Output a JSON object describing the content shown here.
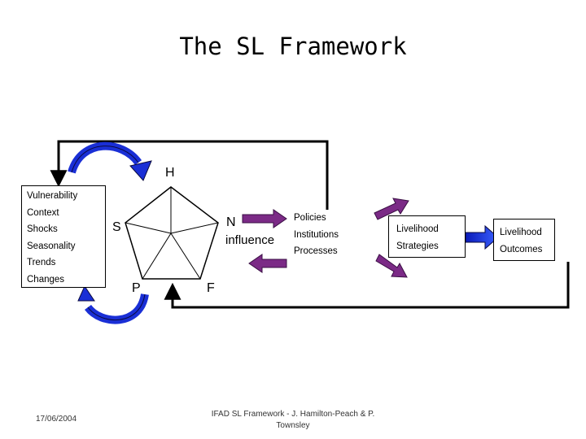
{
  "title": "The SL Framework",
  "vulnerability": {
    "lines": [
      "Vulnerability",
      "Context",
      "Shocks",
      "Seasonality",
      "Trends",
      "Changes"
    ]
  },
  "pentagon": {
    "h": "H",
    "n": "N",
    "s": "S",
    "p": "P",
    "f": "F"
  },
  "influence_label": "influence",
  "pip": {
    "lines": [
      "Policies",
      "Institutions",
      "Processes"
    ]
  },
  "strategies": {
    "lines": [
      "Livelihood",
      "Strategies"
    ]
  },
  "outcomes": {
    "lines": [
      "Livelihood",
      "Outcomes"
    ]
  },
  "footer": {
    "date": "17/06/2004",
    "credit_line1": "IFAD SL Framework - J. Hamilton-Peach & P.",
    "credit_line2": "Townsley"
  },
  "colors": {
    "blue_arrow": "#1a2fd6",
    "purple_arrow": "#7b2a86",
    "outline": "#000000"
  }
}
